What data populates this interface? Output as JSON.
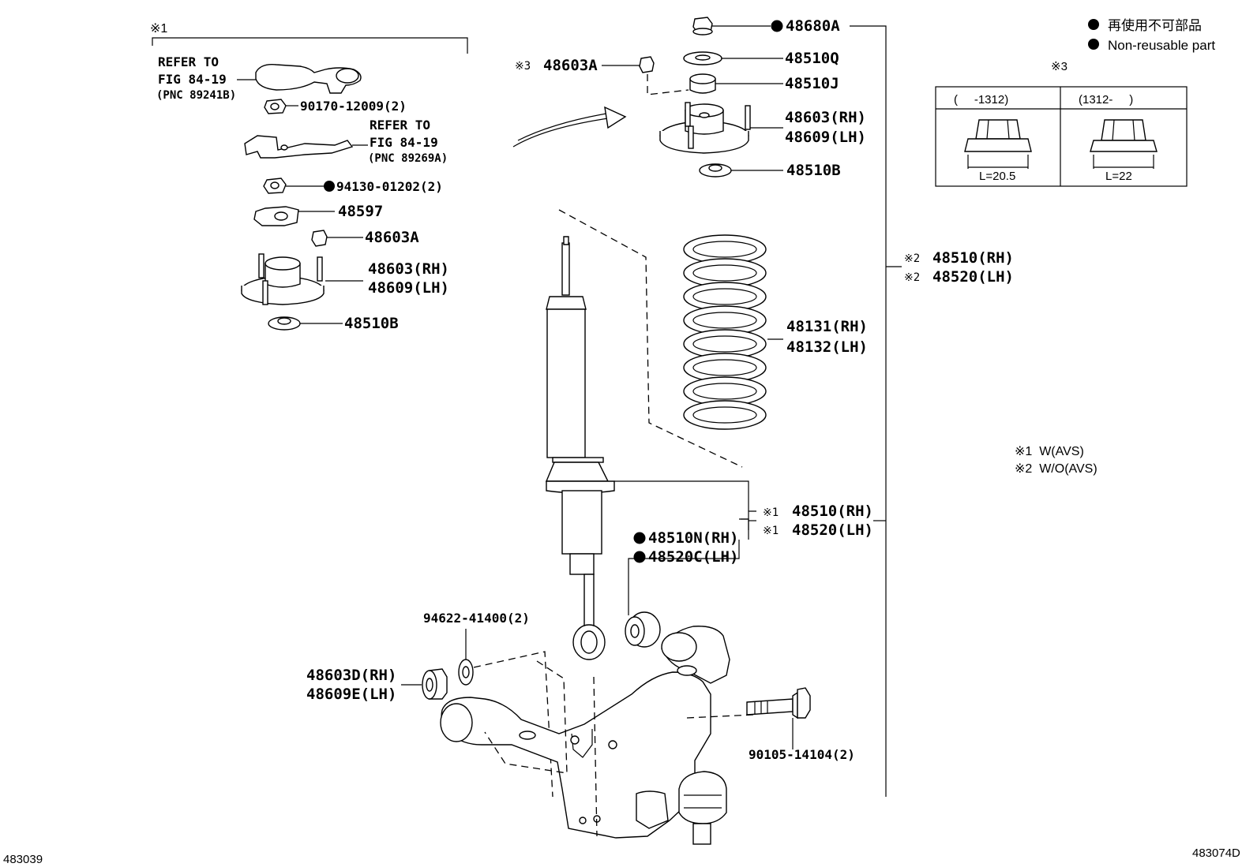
{
  "legend": {
    "non_reusable_ja": "再使用不可部品",
    "non_reusable_en": "Non-reusable part",
    "note1": "※1  W(AVS)",
    "note2": "※2  W/O(AVS)"
  },
  "note3_table": {
    "title": "※3",
    "col1_header": "(     -1312)",
    "col2_header": "(1312-     )",
    "col1_length": "L=20.5",
    "col2_length": "L=22"
  },
  "avs_group": {
    "title": "※1",
    "refer1": [
      "REFER TO",
      "FIG 84-19",
      "(PNC 89241B)"
    ],
    "refer2": [
      "REFER TO",
      "FIG 84-19",
      "(PNC 89269A)"
    ],
    "p90170": "90170-12009(2)",
    "p94130": "94130-01202(2)",
    "p48597": "48597",
    "p48603A": "48603A",
    "p48603": "48603(RH)",
    "p48609": "48609(LH)",
    "p48510B": "48510B"
  },
  "upper": {
    "p48680A": "48680A",
    "p48603A_prefix": "※3",
    "p48603A": "48603A",
    "p48510Q": "48510Q",
    "p48510J": "48510J",
    "p48603": "48603(RH)",
    "p48609": "48609(LH)",
    "p48510B": "48510B"
  },
  "spring": {
    "p48131": "48131(RH)",
    "p48132": "48132(LH)"
  },
  "assembly2": {
    "prefix": "※2",
    "p48510": "48510(RH)",
    "p48520": "48520(LH)"
  },
  "assembly1": {
    "prefix": "※1",
    "p48510": "48510(RH)",
    "p48520": "48520(LH)"
  },
  "lower": {
    "p48510N": "48510N(RH)",
    "p48520C": "48520C(LH)",
    "p94622": "94622-41400(2)",
    "p48603D": "48603D(RH)",
    "p48609E": "48609E(LH)",
    "p90105": "90105-14104(2)"
  },
  "corner_codes": {
    "left": "483039",
    "right": "483074D"
  }
}
